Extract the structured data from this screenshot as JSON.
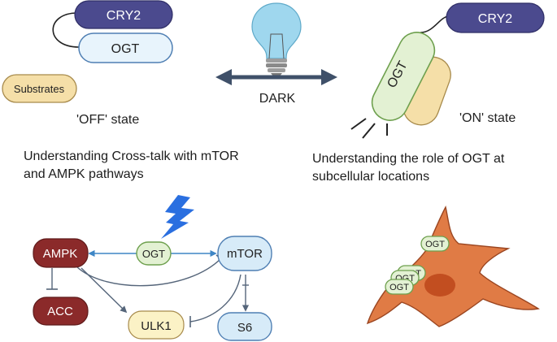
{
  "off_state": {
    "cry2": "CRY2",
    "ogt": "OGT",
    "substrates": "Substrates",
    "label": "'OFF' state"
  },
  "switch": {
    "dark": "DARK"
  },
  "on_state": {
    "cry2": "CRY2",
    "ogt": "OGT",
    "label": "'ON' state"
  },
  "left_caption": {
    "line1": "Understanding Cross-talk with mTOR",
    "line2": "and AMPK pathways"
  },
  "right_caption": {
    "line1": "Understanding the role of OGT at",
    "line2": "subcellular locations"
  },
  "pathway": {
    "ampk": "AMPK",
    "ogt": "OGT",
    "mtor": "mTOR",
    "acc": "ACC",
    "ulk1": "ULK1",
    "s6": "S6"
  },
  "cell": {
    "ogt_tags": [
      "OGT",
      "OGT",
      "OGT",
      "OGT"
    ]
  },
  "colors": {
    "cry2": "#4b4a8e",
    "ogt_fill": "#e8f4fc",
    "ogt_green": "#e3f1d3",
    "substrate": "#f5dfa8",
    "ampk": "#8b2a2a",
    "mtor": "#d7ebf8",
    "ulk1": "#fbf2c6",
    "cell": "#e07b45",
    "nucleus": "#c24e20"
  }
}
